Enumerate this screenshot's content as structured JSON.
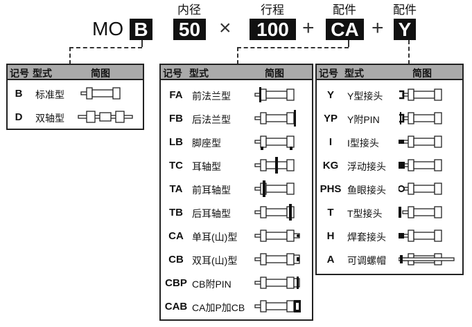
{
  "header": {
    "prefix": "MO",
    "codes": [
      "B",
      "50",
      "100",
      "CA",
      "Y"
    ],
    "labels": [
      "内径",
      "行程",
      "配件",
      "配件"
    ],
    "times": "×",
    "plus": "+"
  },
  "table_headers": {
    "code": "记号",
    "type": "型式",
    "diagram": "简图"
  },
  "mount_table": [
    {
      "code": "B",
      "type": "标准型",
      "icon": "standard"
    },
    {
      "code": "D",
      "type": "双轴型",
      "icon": "double"
    }
  ],
  "flange_table": [
    {
      "code": "FA",
      "type": "前法兰型",
      "icon": "front-flange"
    },
    {
      "code": "FB",
      "type": "后法兰型",
      "icon": "rear-flange"
    },
    {
      "code": "LB",
      "type": "脚座型",
      "icon": "foot"
    },
    {
      "code": "TC",
      "type": "耳轴型",
      "icon": "mid-trunnion"
    },
    {
      "code": "TA",
      "type": "前耳轴型",
      "icon": "front-trunnion"
    },
    {
      "code": "TB",
      "type": "后耳轴型",
      "icon": "rear-trunnion"
    },
    {
      "code": "CA",
      "type": "单耳(山)型",
      "icon": "single-clevis"
    },
    {
      "code": "CB",
      "type": "双耳(山)型",
      "icon": "double-clevis"
    },
    {
      "code": "CBP",
      "type": "CB附PIN",
      "icon": "clevis-pin"
    },
    {
      "code": "CAB",
      "type": "CA加P加CB",
      "icon": "clevis-combo"
    }
  ],
  "accessory_table": [
    {
      "code": "Y",
      "type": "Y型接头",
      "icon": "y-joint"
    },
    {
      "code": "YP",
      "type": "Y附PIN",
      "icon": "y-pin"
    },
    {
      "code": "I",
      "type": "I型接头",
      "icon": "i-joint"
    },
    {
      "code": "KG",
      "type": "浮动接头",
      "icon": "float-joint"
    },
    {
      "code": "PHS",
      "type": "鱼眼接头",
      "icon": "rod-eye"
    },
    {
      "code": "T",
      "type": "T型接头",
      "icon": "t-joint"
    },
    {
      "code": "H",
      "type": "焊套接头",
      "icon": "weld-joint"
    },
    {
      "code": "A",
      "type": "可调螺帽",
      "icon": "adjust-nut"
    }
  ]
}
